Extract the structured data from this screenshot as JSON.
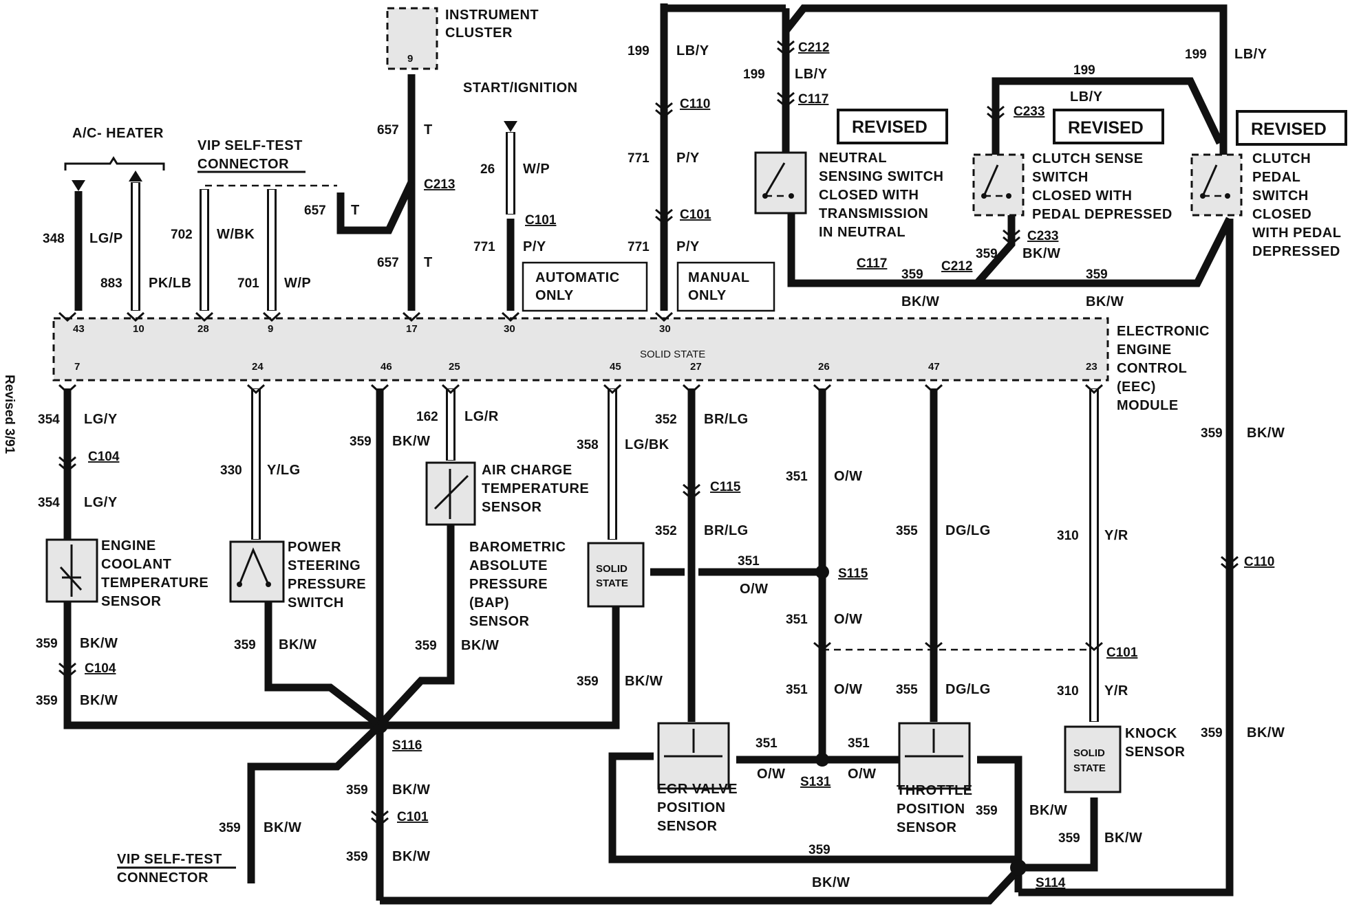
{
  "side_note": "Revised 3/91",
  "module": {
    "title_lines": [
      "ELECTRONIC",
      "ENGINE",
      "CONTROL",
      "(EEC)",
      "MODULE"
    ],
    "center_text": "SOLID STATE",
    "top_pins": [
      "43",
      "10",
      "28",
      "9",
      "17",
      "30",
      "30"
    ],
    "bottom_pins": [
      "7",
      "24",
      "46",
      "25",
      "45",
      "27",
      "26",
      "47",
      "23"
    ]
  },
  "groups": {
    "ac_heater": "A/C- HEATER",
    "vip_top": [
      "VIP SELF-TEST",
      "CONNECTOR"
    ],
    "start_ignition": "START/IGNITION",
    "instrument_cluster": [
      "INSTRUMENT",
      "CLUSTER"
    ],
    "instrument_cluster_pin": "9",
    "automatic_only": [
      "AUTOMATIC",
      "ONLY"
    ],
    "manual_only": [
      "MANUAL",
      "ONLY"
    ],
    "vip_bottom": [
      "VIP SELF-TEST",
      "CONNECTOR"
    ]
  },
  "revised": [
    "REVISED",
    "REVISED",
    "REVISED"
  ],
  "switches": {
    "neutral": [
      "NEUTRAL",
      "SENSING SWITCH",
      "CLOSED WITH",
      "TRANSMISSION",
      "IN NEUTRAL"
    ],
    "clutch_sense": [
      "CLUTCH SENSE",
      "SWITCH",
      "CLOSED WITH",
      "PEDAL DEPRESSED"
    ],
    "clutch_pedal": [
      "CLUTCH",
      "PEDAL",
      "SWITCH",
      "CLOSED",
      "WITH PEDAL",
      "DEPRESSED"
    ]
  },
  "sensors": {
    "ect": [
      "ENGINE",
      "COOLANT",
      "TEMPERATURE",
      "SENSOR"
    ],
    "ps": [
      "POWER",
      "STEERING",
      "PRESSURE",
      "SWITCH"
    ],
    "act": [
      "AIR CHARGE",
      "TEMPERATURE",
      "SENSOR"
    ],
    "bap": [
      "BAROMETRIC",
      "ABSOLUTE",
      "PRESSURE",
      "(BAP)",
      "SENSOR"
    ],
    "bap_box": [
      "SOLID",
      "STATE"
    ],
    "egr": [
      "EGR VALVE",
      "POSITION",
      "SENSOR"
    ],
    "tps": [
      "THROTTLE",
      "POSITION",
      "SENSOR"
    ],
    "knock": [
      "KNOCK",
      "SENSOR"
    ],
    "knock_box": [
      "SOLID",
      "STATE"
    ]
  },
  "connectors": {
    "c104": "C104",
    "c213": "C213",
    "c101": "C101",
    "c110": "C110",
    "c212": "C212",
    "c117": "C117",
    "c233": "C233",
    "c115": "C115",
    "s116": "S116",
    "s115": "S115",
    "s131": "S131",
    "s114": "S114"
  },
  "circuits": {
    "n199": "199",
    "n657": "657",
    "n26": "26",
    "n771": "771",
    "n348": "348",
    "n883": "883",
    "n702": "702",
    "n701": "701",
    "n359": "359",
    "n354": "354",
    "n330": "330",
    "n162": "162",
    "n358": "358",
    "n352": "352",
    "n351": "351",
    "n355": "355",
    "n310": "310"
  },
  "colors": {
    "LB_Y": "LB/Y",
    "T": "T",
    "W_P": "W/P",
    "P_Y": "P/Y",
    "LG_P": "LG/P",
    "PK_LB": "PK/LB",
    "W_BK": "W/BK",
    "BK_W": "BK/W",
    "LG_Y": "LG/Y",
    "Y_LG": "Y/LG",
    "LG_R": "LG/R",
    "LG_BK": "LG/BK",
    "BR_LG": "BR/LG",
    "O_W": "O/W",
    "DG_LG": "DG/LG",
    "Y_R": "Y/R"
  }
}
